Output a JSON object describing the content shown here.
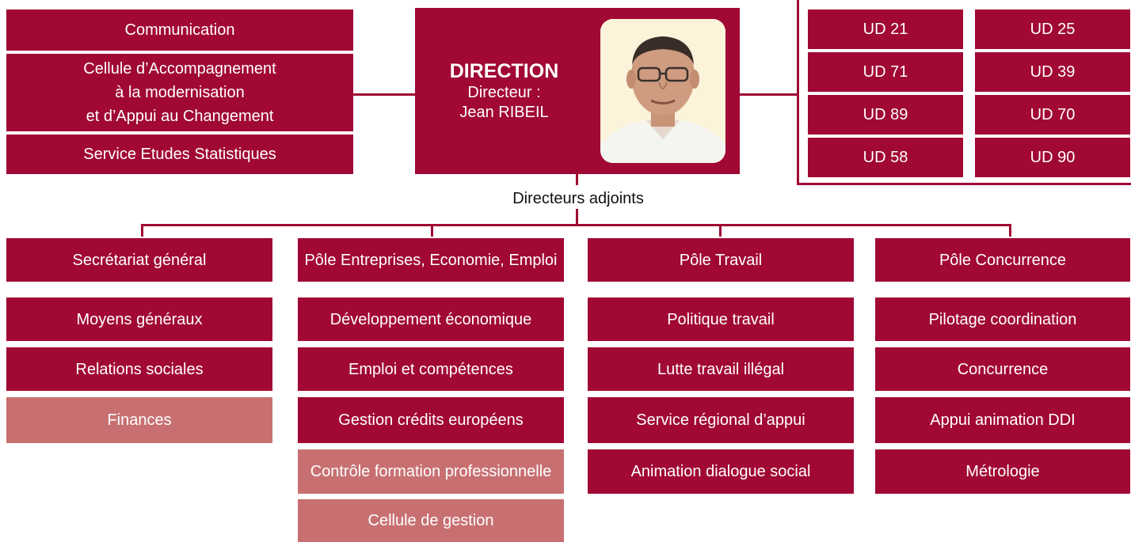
{
  "left_units": [
    "Communication",
    "Cellule d’Accompagnement\nà la modernisation\net d’Appui au Changement",
    "Service Etudes Statistiques"
  ],
  "direction": {
    "title": "DIRECTION",
    "role": "Directeur :",
    "name": "Jean RIBEIL"
  },
  "ud_units": [
    "UD 21",
    "UD 25",
    "UD 71",
    "UD 39",
    "UD 89",
    "UD 70",
    "UD 58",
    "UD 90"
  ],
  "deputies_label": "Directeurs adjoints",
  "poles": [
    {
      "title": "Secrétariat général",
      "items": [
        {
          "label": "Moyens généraux",
          "style": "dark"
        },
        {
          "label": "Relations sociales",
          "style": "dark"
        },
        {
          "label": "Finances",
          "style": "light"
        }
      ]
    },
    {
      "title": "Pôle Entreprises, Economie, Emploi",
      "items": [
        {
          "label": "Développement économique",
          "style": "dark"
        },
        {
          "label": "Emploi et compétences",
          "style": "dark"
        },
        {
          "label": "Gestion crédits européens",
          "style": "dark"
        },
        {
          "label": "Contrôle formation professionnelle",
          "style": "light"
        },
        {
          "label": "Cellule de gestion",
          "style": "light"
        }
      ]
    },
    {
      "title": "Pôle Travail",
      "items": [
        {
          "label": "Politique travail",
          "style": "dark"
        },
        {
          "label": "Lutte travail illégal",
          "style": "dark"
        },
        {
          "label": "Service régional d’appui",
          "style": "dark"
        },
        {
          "label": "Animation dialogue social",
          "style": "dark"
        }
      ]
    },
    {
      "title": "Pôle Concurrence",
      "items": [
        {
          "label": "Pilotage coordination",
          "style": "dark"
        },
        {
          "label": "Concurrence",
          "style": "dark"
        },
        {
          "label": "Appui animation DDI",
          "style": "dark"
        },
        {
          "label": "Métrologie",
          "style": "dark"
        }
      ]
    }
  ],
  "colors": {
    "primary": "#a10834",
    "light": "#c87071"
  }
}
